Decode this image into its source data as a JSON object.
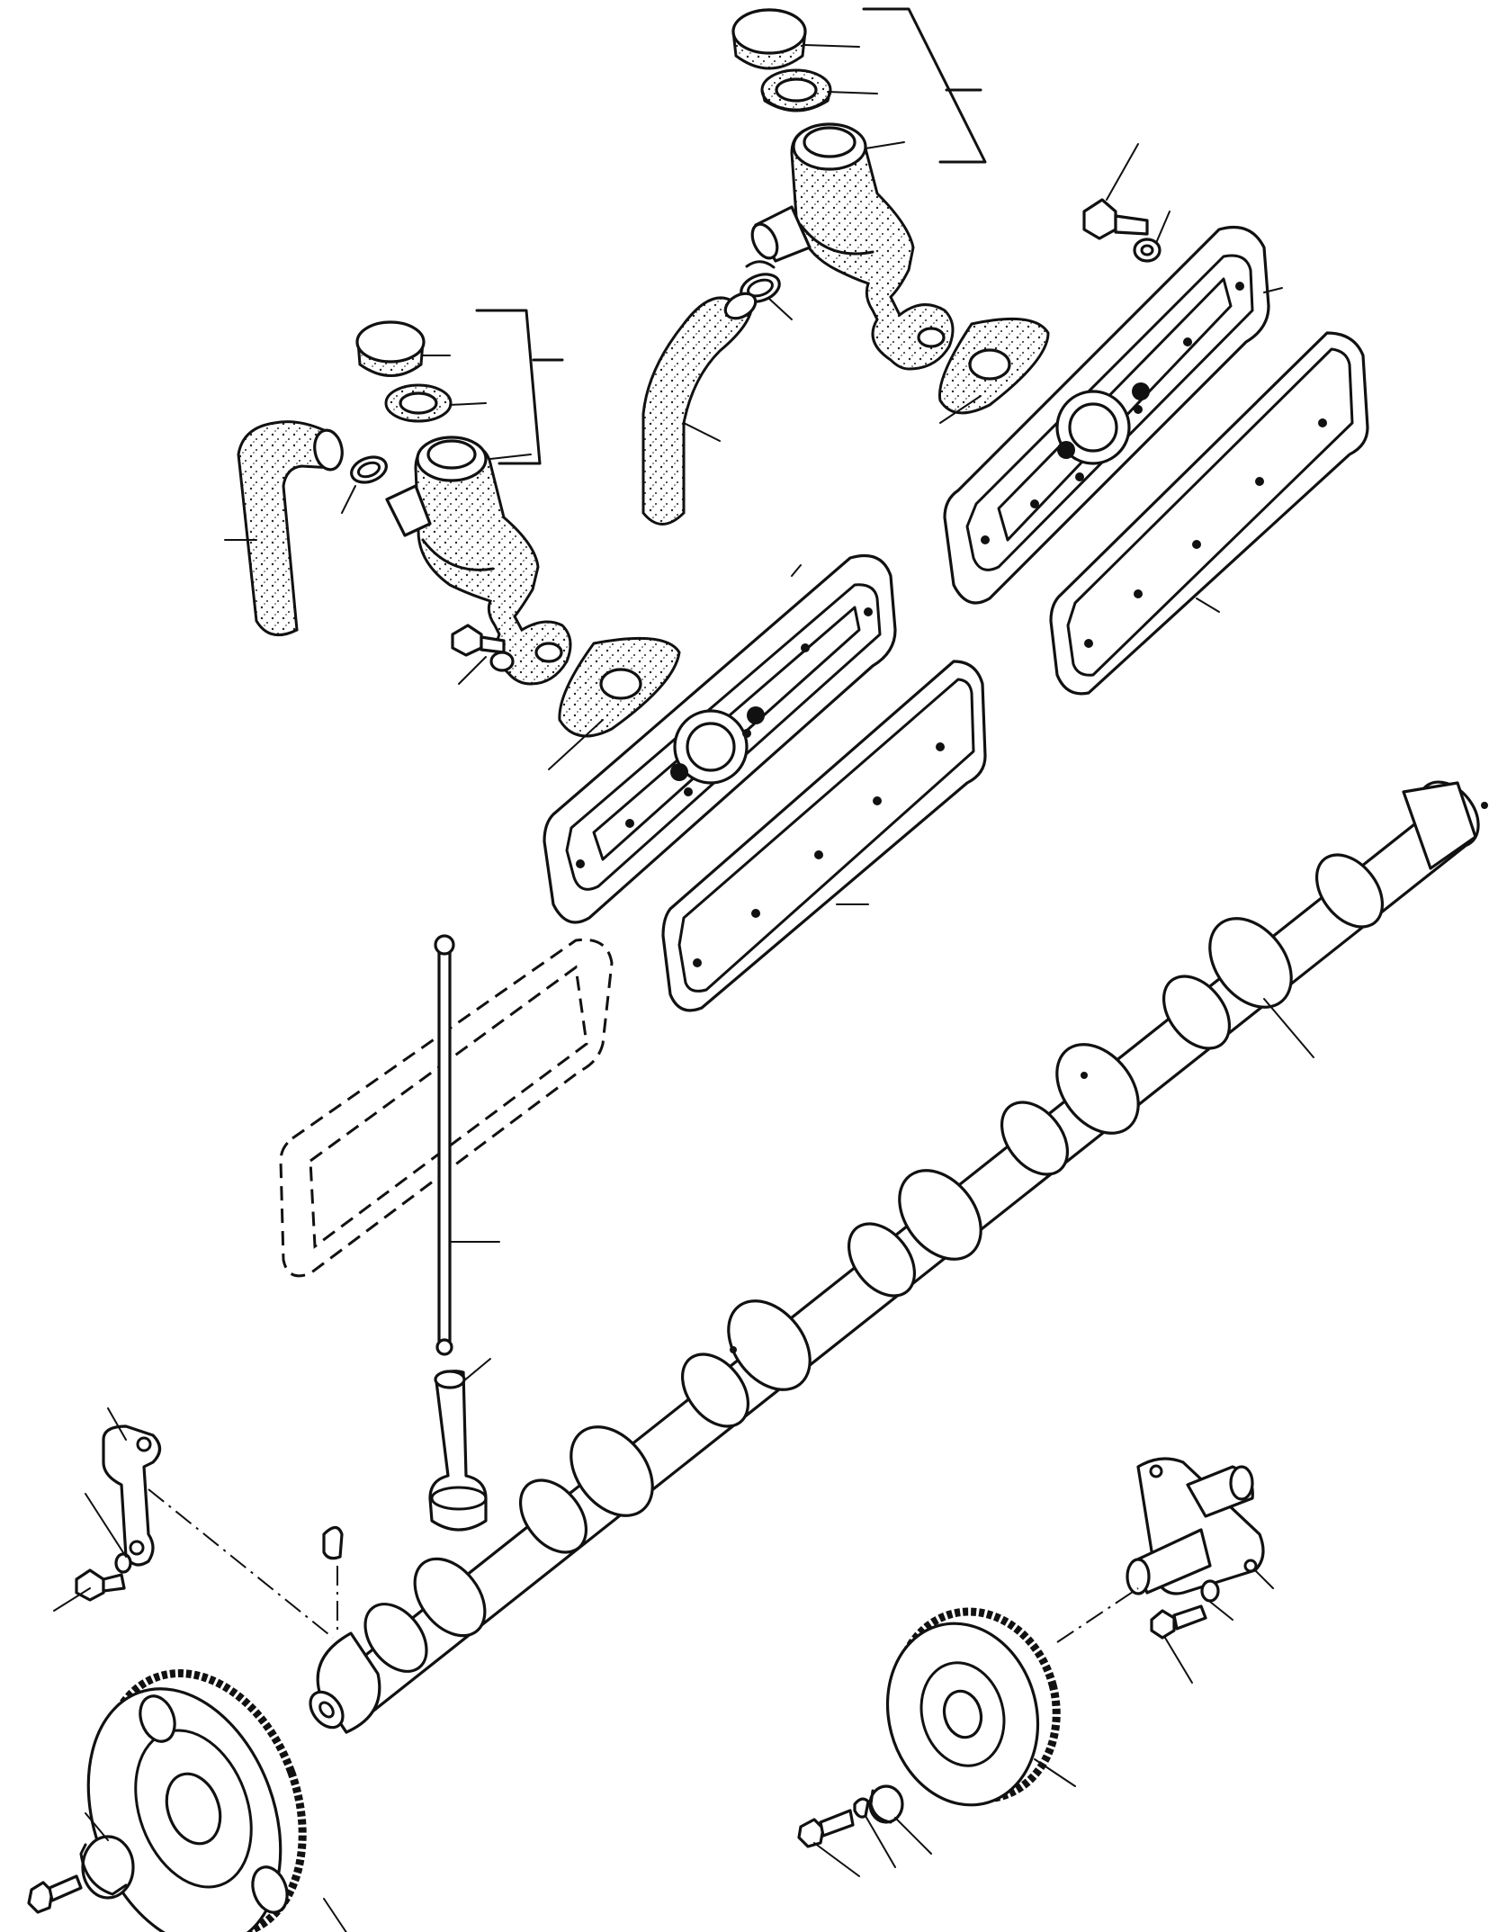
{
  "diagram": {
    "type": "exploded-parts-view",
    "parts": [
      {
        "id": "camshaft"
      },
      {
        "id": "camshaft-gear"
      },
      {
        "id": "idler-gear"
      },
      {
        "id": "idler-shaft"
      },
      {
        "id": "push-rod"
      },
      {
        "id": "valve-tappet"
      },
      {
        "id": "thrust-plate"
      },
      {
        "id": "woodruff-key"
      },
      {
        "id": "tappet-cover-front"
      },
      {
        "id": "tappet-cover-rear"
      },
      {
        "id": "cover-gasket-front"
      },
      {
        "id": "cover-gasket-rear"
      },
      {
        "id": "breather-assembly-front"
      },
      {
        "id": "breather-assembly-rear"
      },
      {
        "id": "breather-hose-front"
      },
      {
        "id": "breather-hose-rear"
      },
      {
        "id": "hose-clamp"
      },
      {
        "id": "breather-gasket"
      },
      {
        "id": "bolt"
      },
      {
        "id": "washer"
      }
    ]
  }
}
